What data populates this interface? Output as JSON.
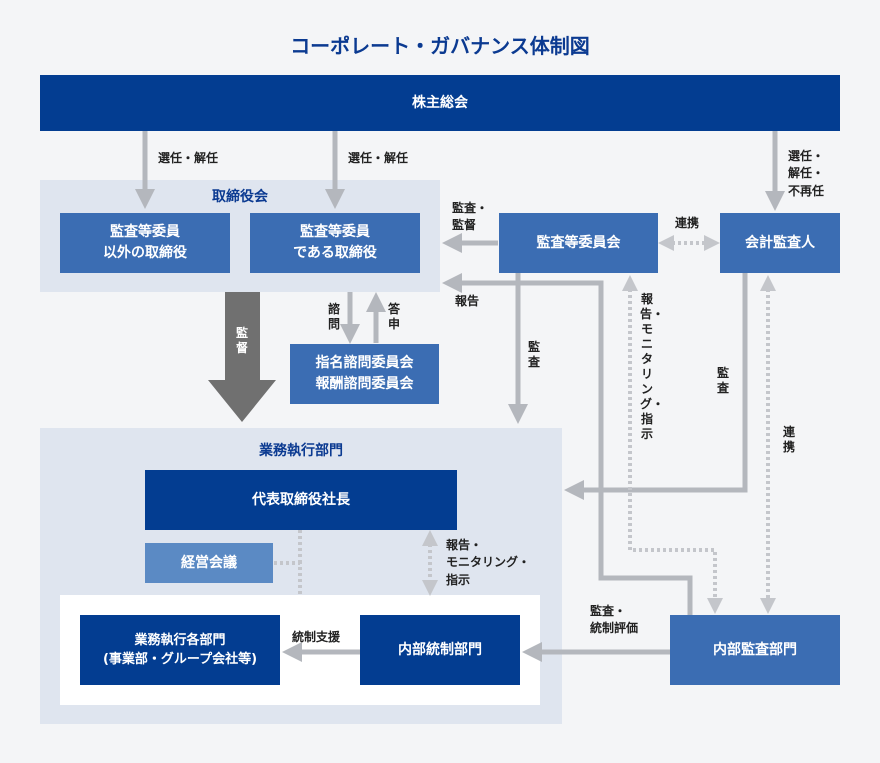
{
  "title": "コーポレート・ガバナンス体制図",
  "colors": {
    "navy": "#033d91",
    "mid_blue": "#3b6db3",
    "light_blue": "#5b8ac4",
    "panel": "#dfe5ef",
    "arrow_gray": "#b4b7bd",
    "dark_arrow": "#707070"
  },
  "boxes": {
    "shareholders": "株主総会",
    "board": "取締役会",
    "directors_other": "監査等委員\n以外の取締役",
    "directors_audit": "監査等委員\nである取締役",
    "nomination": "指名諮問委員会\n報酬諮問委員会",
    "audit_committee": "監査等委員会",
    "accounting_auditor": "会計監査人",
    "business_exec": "業務執行部門",
    "president": "代表取締役社長",
    "management_meeting": "経営会議",
    "business_units": "業務執行各部門\n(事業部・グループ会社等)",
    "internal_control": "内部統制部門",
    "internal_audit": "内部監査部門"
  },
  "labels": {
    "elect_dismiss_1": "選任・解任",
    "elect_dismiss_2": "選任・解任",
    "elect_dismiss_reappoint": "選任・\n解任・\n不再任",
    "audit_supervise": "監査・\n監督",
    "cooperation_1": "連携",
    "report_1": "報告",
    "supervision": "監督",
    "consult": "諮問",
    "answer": "答申",
    "audit_1": "監査",
    "report_monitor_vertical": "報告・モニタリング・指示",
    "audit_2": "監査",
    "cooperation_2": "連携",
    "report_monitor_2": "報告・\nモニタリング・\n指示",
    "audit_evaluate": "監査・\n統制評価",
    "control_support": "統制支援"
  }
}
